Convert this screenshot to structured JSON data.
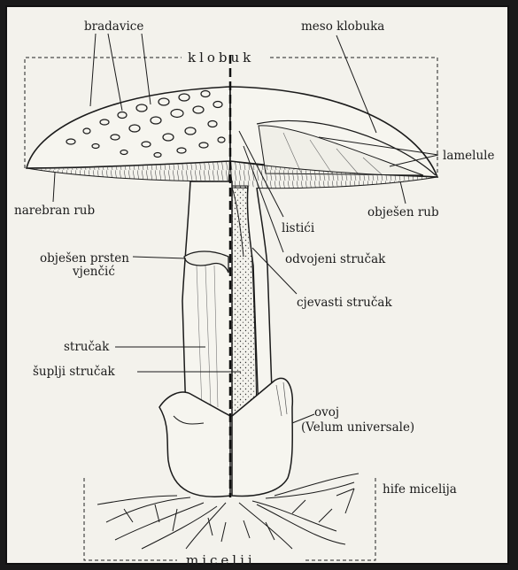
{
  "labels": {
    "bradavice": "bradavice",
    "meso_klobuka": "meso klobuka",
    "klobuk": "klobuk",
    "lamelule": "lamelule",
    "narebran_rub": "narebran rub",
    "objesen_rub": "obješen rub",
    "listici": "listići",
    "objesen_prsten": "obješen prsten",
    "vjencic": "vjenčić",
    "odvojeni_strucak": "odvojeni stručak",
    "cjevasti_strucak": "cjevasti stručak",
    "strucak": "stručak",
    "suplji_strucak": "šuplji stručak",
    "ovoj": "ovoj",
    "velum": "(Velum universale)",
    "hife_micelija": "hife micelija",
    "micelij": "micelij"
  },
  "colors": {
    "ink": "#1b1b1b",
    "paper": "#f3f2ec",
    "frame": "#111111"
  }
}
